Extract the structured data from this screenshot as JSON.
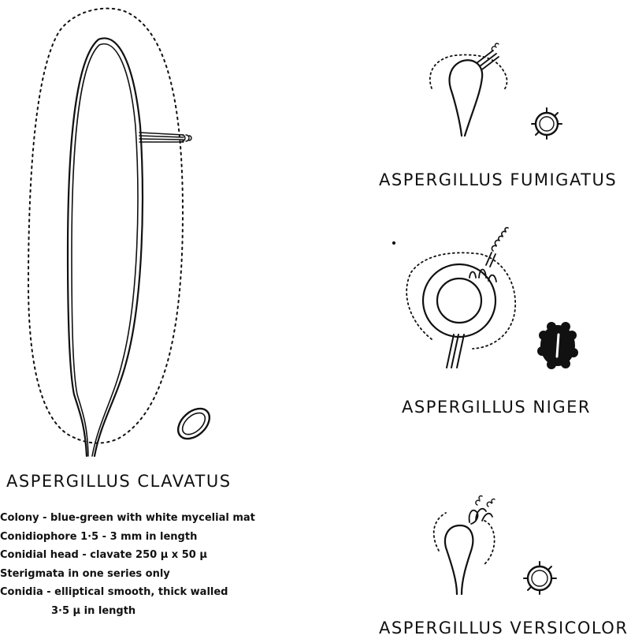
{
  "specimens": {
    "clavatus": {
      "name": "ASPERGILLUS CLAVATUS"
    },
    "fumigatus": {
      "name": "ASPERGILLUS FUMIGATUS"
    },
    "niger": {
      "name": "ASPERGILLUS NIGER"
    },
    "versicolor": {
      "name": "ASPERGILLUS VERSICOLOR"
    }
  },
  "clavatus_description": [
    "Colony - blue-green with white mycelial mat",
    "Conidiophore 1·5 - 3 mm in length",
    "Conidial head - clavate 250 µ x 50 µ",
    "Sterigmata in one series only",
    "Conidia - elliptical smooth, thick walled",
    "3·5 µ in length"
  ],
  "colors": {
    "ink": "#111111",
    "background": "#ffffff"
  }
}
